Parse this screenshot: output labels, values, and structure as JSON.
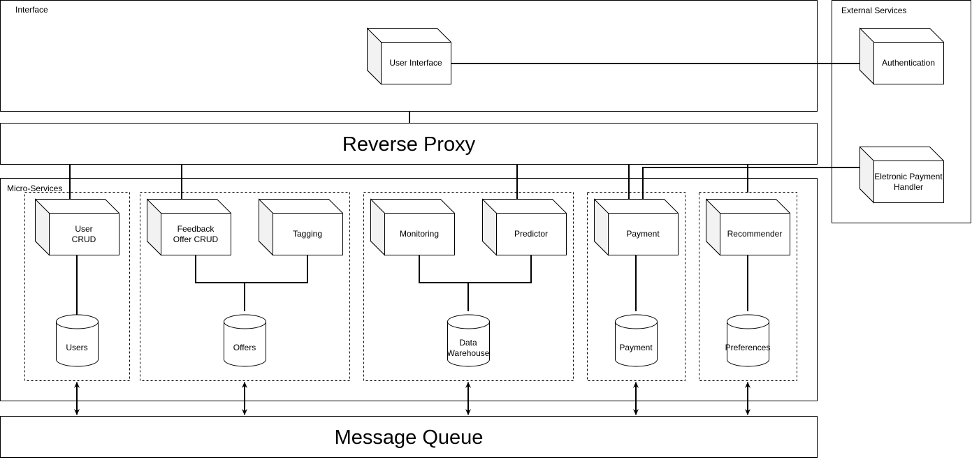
{
  "interface": {
    "label": "Interface",
    "user_interface": "User Interface"
  },
  "external": {
    "label": "External Services",
    "authentication": "Authentication",
    "payment_handler": [
      "Eletronic Payment",
      "Handler"
    ]
  },
  "reverse_proxy": "Reverse Proxy",
  "message_queue": "Message Queue",
  "micro_services": {
    "label": "Micro-Services",
    "user_crud": [
      "User",
      "CRUD"
    ],
    "feedback_offer_crud": [
      "Feedback",
      "Offer CRUD"
    ],
    "tagging": "Tagging",
    "monitoring": "Monitoring",
    "predictor": "Predictor",
    "payment": "Payment",
    "recommender": "Recommender"
  },
  "databases": {
    "users": "Users",
    "offers": "Offers",
    "data_warehouse": [
      "Data",
      "Warehouse"
    ],
    "payment": "Payment",
    "preferences": "Preferences"
  }
}
